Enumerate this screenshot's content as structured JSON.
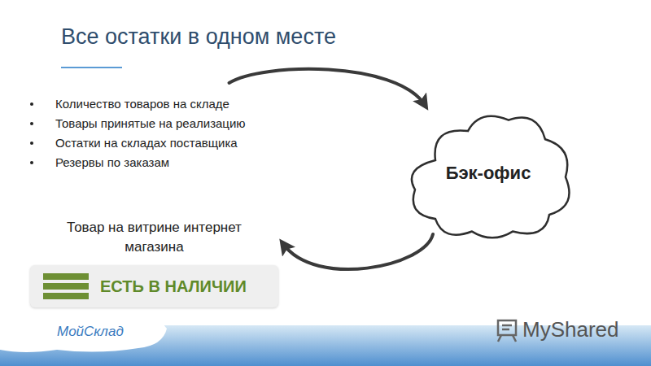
{
  "diagram": {
    "title": "Все остатки в одном месте",
    "nodes": [
      {
        "text": [
          "Количество товаров на складе",
          "Товары принятые на реализацию",
          "Остатки на складах поставщика",
          "Резервы по заказам"
        ]
      },
      {
        "text": [
          "Бэк-офис"
        ]
      },
      {
        "text": [
          "Товар на витрине интернет магазина",
          "ЕСТЬ В НАЛИЧИИ"
        ]
      }
    ],
    "edges": [
      {
        "from": 0,
        "to": 1,
        "arrow": "to"
      },
      {
        "from": 1,
        "to": 2,
        "arrow": "to"
      }
    ],
    "labels": [
      "МойСклад",
      "MyShared"
    ]
  }
}
